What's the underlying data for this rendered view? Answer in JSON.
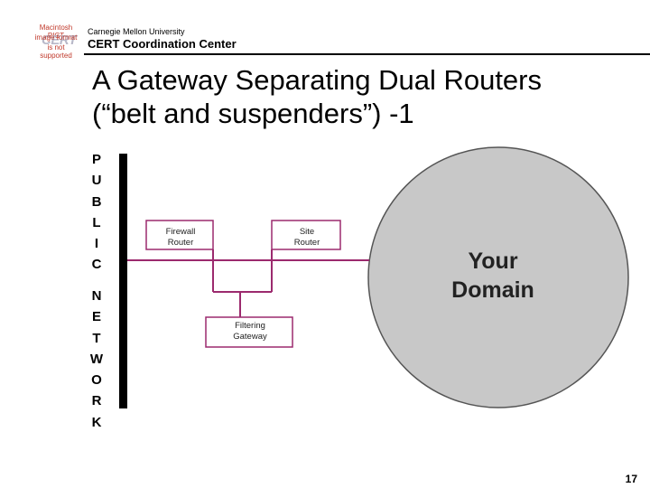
{
  "header": {
    "logo": {
      "line1": "Macintosh PICT",
      "line2": "image format",
      "line3": "is not supported",
      "cert": "CERT"
    },
    "university": "Carnegie Mellon University",
    "center": "CERT Coordination Center"
  },
  "slide": {
    "title_line1": "A Gateway Separating Dual Routers",
    "title_line2": "(“belt and suspenders”) -1",
    "public_letters": [
      "P",
      "U",
      "B",
      "L",
      "I",
      "C"
    ],
    "network_letters": [
      "N",
      "E",
      "T",
      "W",
      "O",
      "R",
      "K"
    ],
    "page_number": "17"
  },
  "diagram": {
    "firewall_router": {
      "line1": "Firewall",
      "line2": "Router"
    },
    "site_router": {
      "line1": "Site",
      "line2": "Router"
    },
    "filtering_gateway": {
      "line1": "Filtering",
      "line2": "Gateway"
    },
    "domain": {
      "line1": "Your",
      "line2": "Domain"
    }
  },
  "colors": {
    "line": "#9c2a6e",
    "circle_fill": "#c8c8c8",
    "logo_red": "#c0392b"
  }
}
